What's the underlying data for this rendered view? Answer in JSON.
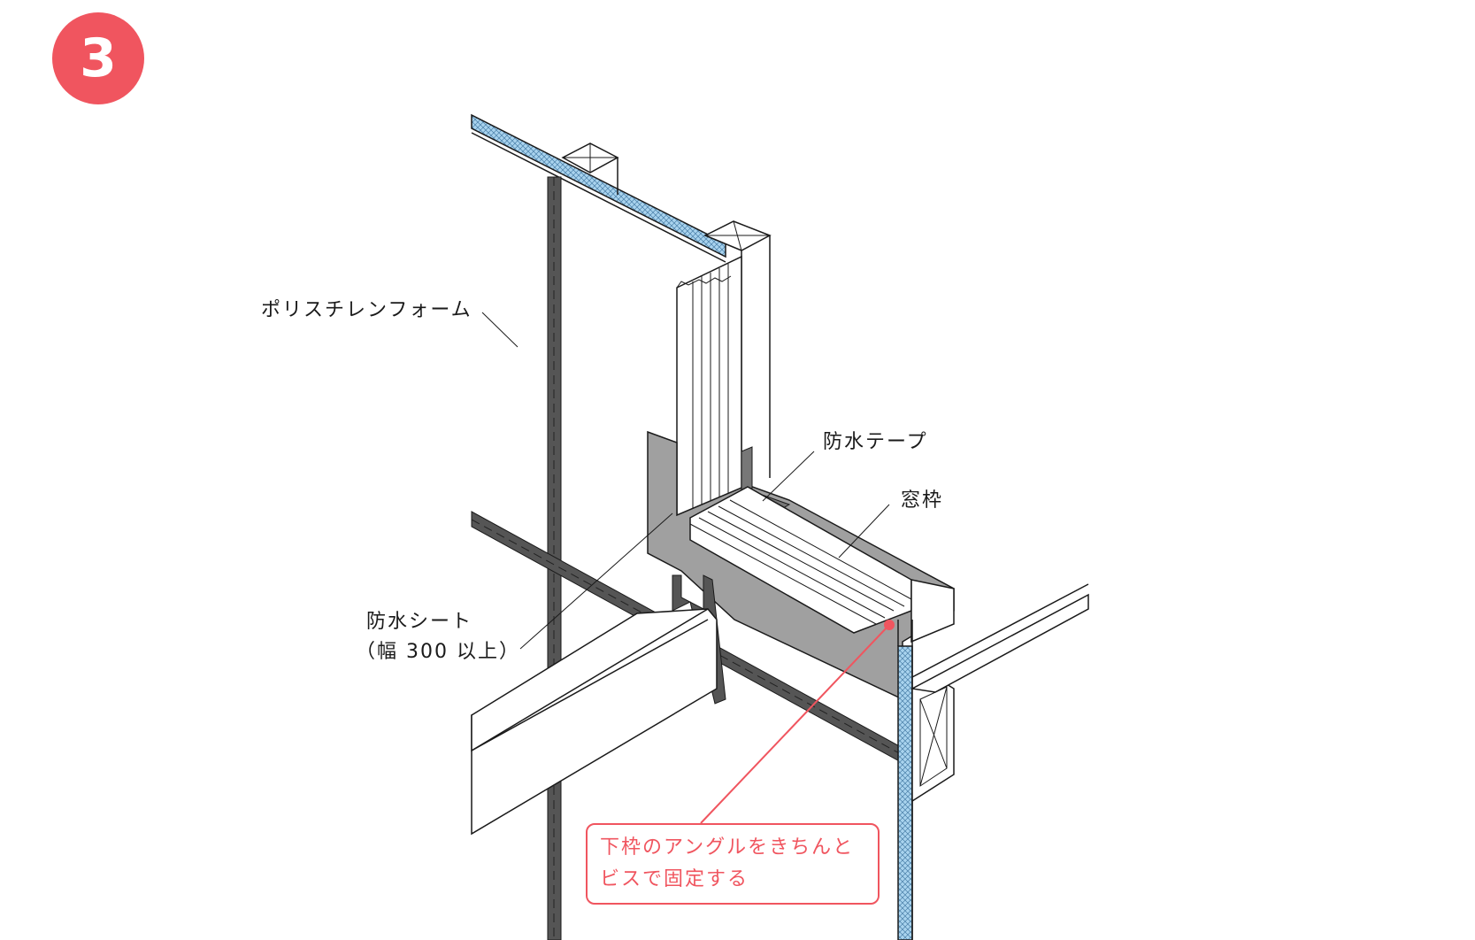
{
  "step": "3",
  "labels": {
    "polystyrene_foam": "ポリスチレンフォーム",
    "waterproof_tape": "防水テープ",
    "window_frame": "窓枠",
    "waterproof_sheet_line1": "防水シート",
    "waterproof_sheet_line2": "（幅 300 以上）"
  },
  "note": {
    "line1": "下枠のアングルをきちんと",
    "line2": "ビスで固定する"
  },
  "colors": {
    "accent": "#f0555f",
    "insulation": "#a9d3ee",
    "sheet": "#a0a0a0",
    "dark_seam": "#555555",
    "line": "#1a1a1a"
  }
}
